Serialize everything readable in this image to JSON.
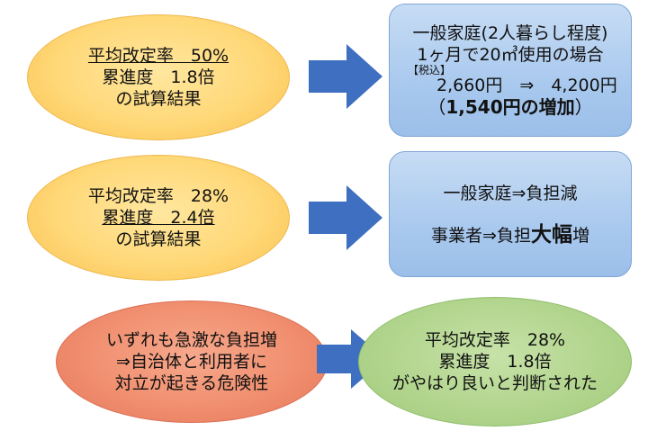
{
  "ellipse1": {
    "line1": "平均改定率　50%",
    "line2": "累進度　1.8倍",
    "line3": "の試算結果"
  },
  "box1": {
    "line1": "一般家庭(2人暮らし程度)",
    "line2": "1ヶ月で20㎥使用の場合",
    "tax_label": "【税込】",
    "price_line": "2,660円　⇒　4,200円",
    "increase_open": "（",
    "increase_amount": "1,540円の増加",
    "increase_close": "）"
  },
  "ellipse2": {
    "line1": "平均改定率　28%",
    "line2": "累進度　2.4倍",
    "line3": "の試算結果"
  },
  "box2": {
    "line1": "一般家庭⇒負担減",
    "line2_pre": "事業者⇒負担",
    "line2_emph": "大幅",
    "line2_post": "増"
  },
  "ellipse3": {
    "line1": "いずれも急激な負担増",
    "line2": "⇒自治体と利用者に",
    "line3": "対立が起きる危険性"
  },
  "ellipse4": {
    "line1": "平均改定率　28%",
    "line2": "累進度　1.8倍",
    "line3": "がやはり良いと判断された"
  },
  "colors": {
    "ellipse_yellow": "#ffd878",
    "ellipse_red": "#f08f6f",
    "ellipse_green": "#b2d58e",
    "box_blue": "#a9c9ee",
    "arrow_blue": "#3f6fc0"
  }
}
